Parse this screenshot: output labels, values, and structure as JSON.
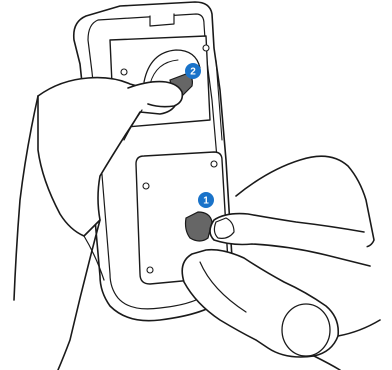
{
  "steps": [
    {
      "number": "2",
      "action": "press-upper-button"
    },
    {
      "number": "1",
      "action": "press-lower-button"
    }
  ],
  "colors": {
    "outline": "#1a1a1a",
    "device_fill": "#ffffff",
    "button_fill": "#666666",
    "badge_fill": "#1a73c9",
    "badge_text": "#ffffff"
  }
}
